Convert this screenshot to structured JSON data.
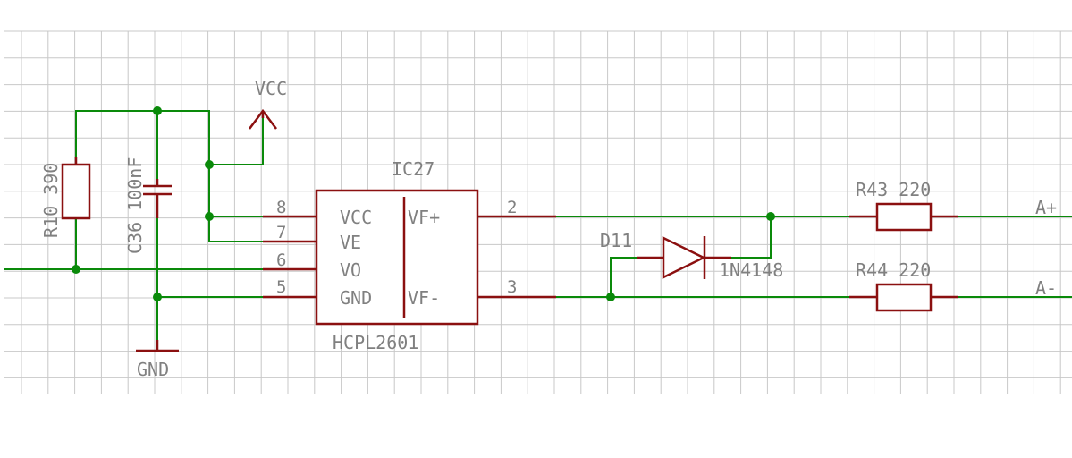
{
  "colors": {
    "wire": "#0a8a0a",
    "part": "#8b1010",
    "label": "#808080",
    "grid": "#c8c8c8"
  },
  "components": {
    "r10": {
      "name": "R10",
      "value": "390"
    },
    "c36": {
      "name": "C36",
      "value": "100nF"
    },
    "ic27": {
      "name": "IC27",
      "value": "HCPL2601",
      "pins": {
        "vcc": {
          "number": "8",
          "label": "VCC"
        },
        "ve": {
          "number": "7",
          "label": "VE"
        },
        "vo": {
          "number": "6",
          "label": "VO"
        },
        "gnd": {
          "number": "5",
          "label": "GND"
        },
        "vfp": {
          "number": "2",
          "label": "VF+"
        },
        "vfm": {
          "number": "3",
          "label": "VF-"
        }
      }
    },
    "d11": {
      "name": "D11",
      "value": "1N4148"
    },
    "r43": {
      "name": "R43",
      "value": "220"
    },
    "r44": {
      "name": "R44",
      "value": "220"
    }
  },
  "nets": {
    "vcc": "VCC",
    "gnd": "GND",
    "a_plus": "A+",
    "a_minus": "A-"
  }
}
